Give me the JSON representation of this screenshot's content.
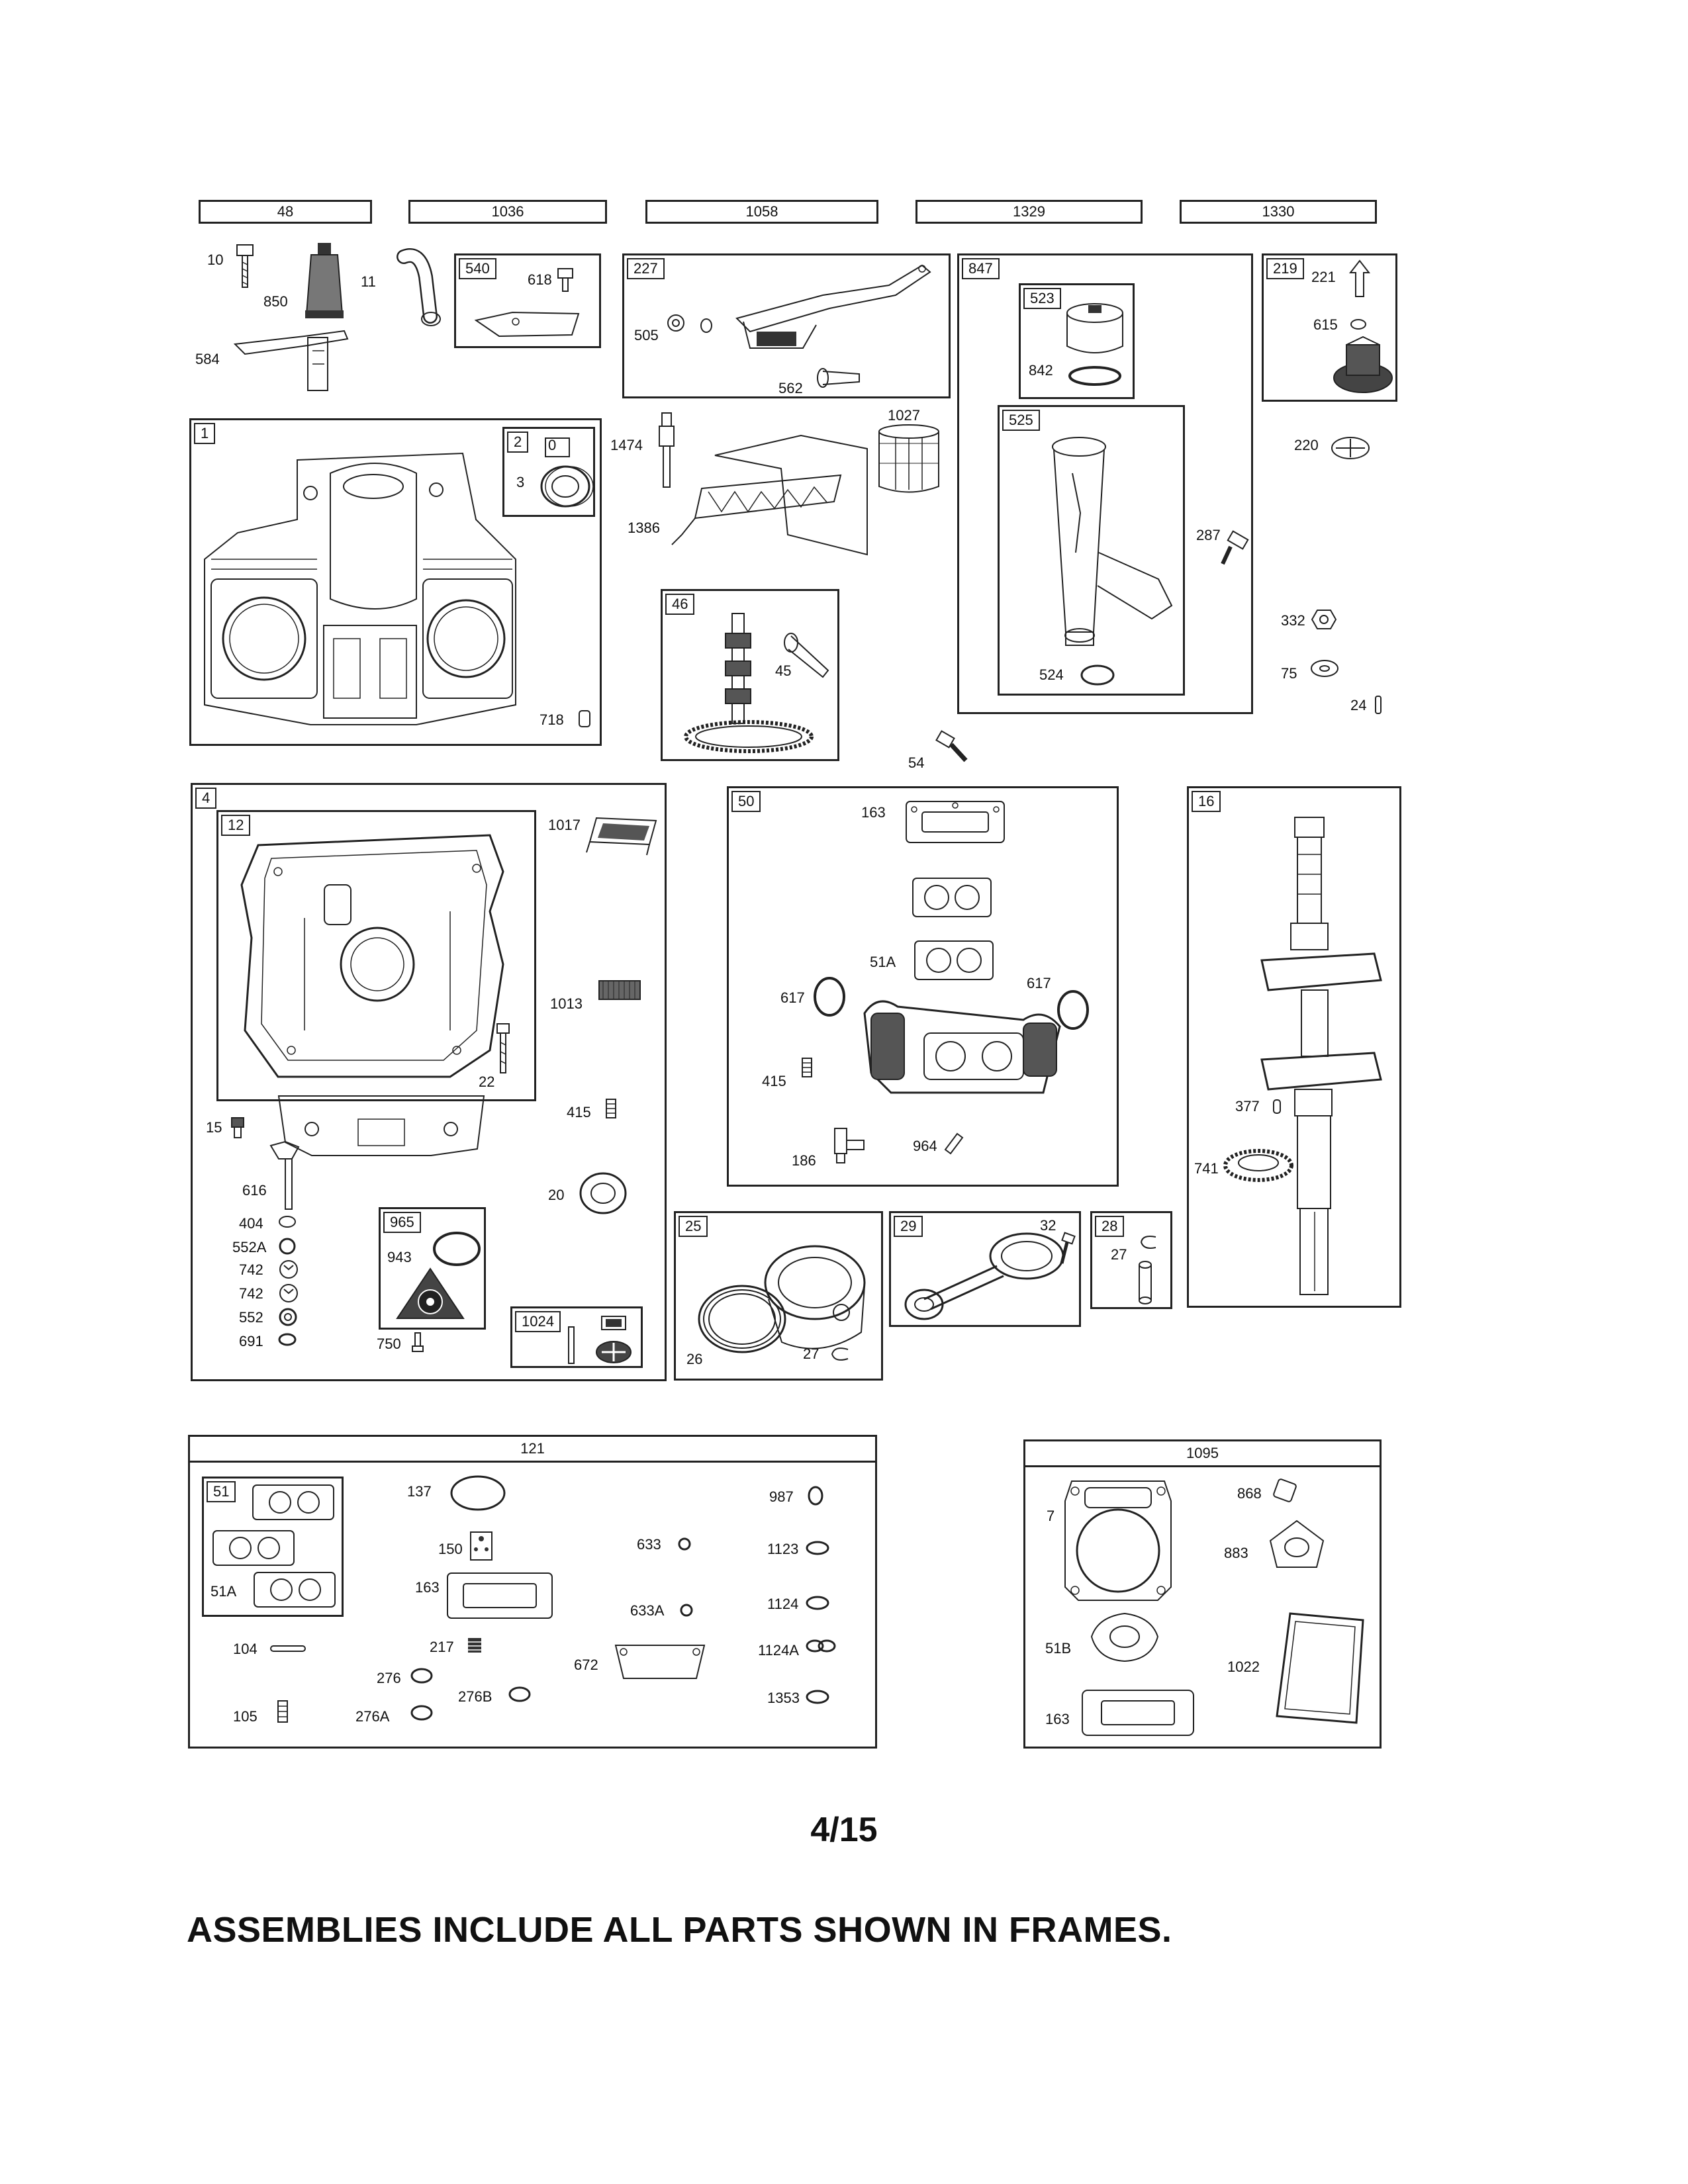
{
  "header_assemblies": [
    "48",
    "1036",
    "1058",
    "1329",
    "1330"
  ],
  "frames": {
    "f1": "1",
    "f2": "2",
    "f4": "4",
    "f12": "12",
    "f16": "16",
    "f25": "25",
    "f28": "28",
    "f29": "29",
    "f46": "46",
    "f50": "50",
    "f51": "51",
    "f219": "219",
    "f227": "227",
    "f523": "523",
    "f525": "525",
    "f540": "540",
    "f847": "847",
    "f965": "965",
    "f1024": "1024",
    "f121": "121",
    "f1095": "1095"
  },
  "parts": {
    "p10": "10",
    "p850": "850",
    "p11": "11",
    "p584": "584",
    "p618": "618",
    "p505": "505",
    "p562": "562",
    "p842": "842",
    "p221": "221",
    "p615": "615",
    "p0": "0",
    "p3": "3",
    "p1474": "1474",
    "p1027": "1027",
    "p1386": "1386",
    "p220": "220",
    "p287": "287",
    "p332": "332",
    "p75": "75",
    "p24": "24",
    "p524": "524",
    "p718": "718",
    "p45": "45",
    "p54": "54",
    "p1017": "1017",
    "p1013": "1013",
    "p22": "22",
    "p415": "415",
    "p15": "15",
    "p616": "616",
    "p20": "20",
    "p404": "404",
    "p552A": "552A",
    "p742a": "742",
    "p742b": "742",
    "p552": "552",
    "p691": "691",
    "p943": "943",
    "p750": "750",
    "p163a": "163",
    "p51Aa": "51A",
    "p617a": "617",
    "p617b": "617",
    "p415b": "415",
    "p186": "186",
    "p964": "964",
    "p377": "377",
    "p741": "741",
    "p32": "32",
    "p27a": "27",
    "p26": "26",
    "p27b": "27",
    "p137": "137",
    "p987": "987",
    "p150": "150",
    "p633": "633",
    "p1123": "1123",
    "p163b": "163",
    "p633A": "633A",
    "p51Ab": "51A",
    "p1124": "1124",
    "p104": "104",
    "p217": "217",
    "p1124A": "1124A",
    "p672": "672",
    "p276": "276",
    "p276B": "276B",
    "p1353": "1353",
    "p105": "105",
    "p276A": "276A",
    "p868": "868",
    "p7": "7",
    "p883": "883",
    "p51B": "51B",
    "p1022": "1022",
    "p163c": "163"
  },
  "page_number": "4/15",
  "footer_note": "ASSEMBLIES INCLUDE ALL PARTS SHOWN IN FRAMES."
}
